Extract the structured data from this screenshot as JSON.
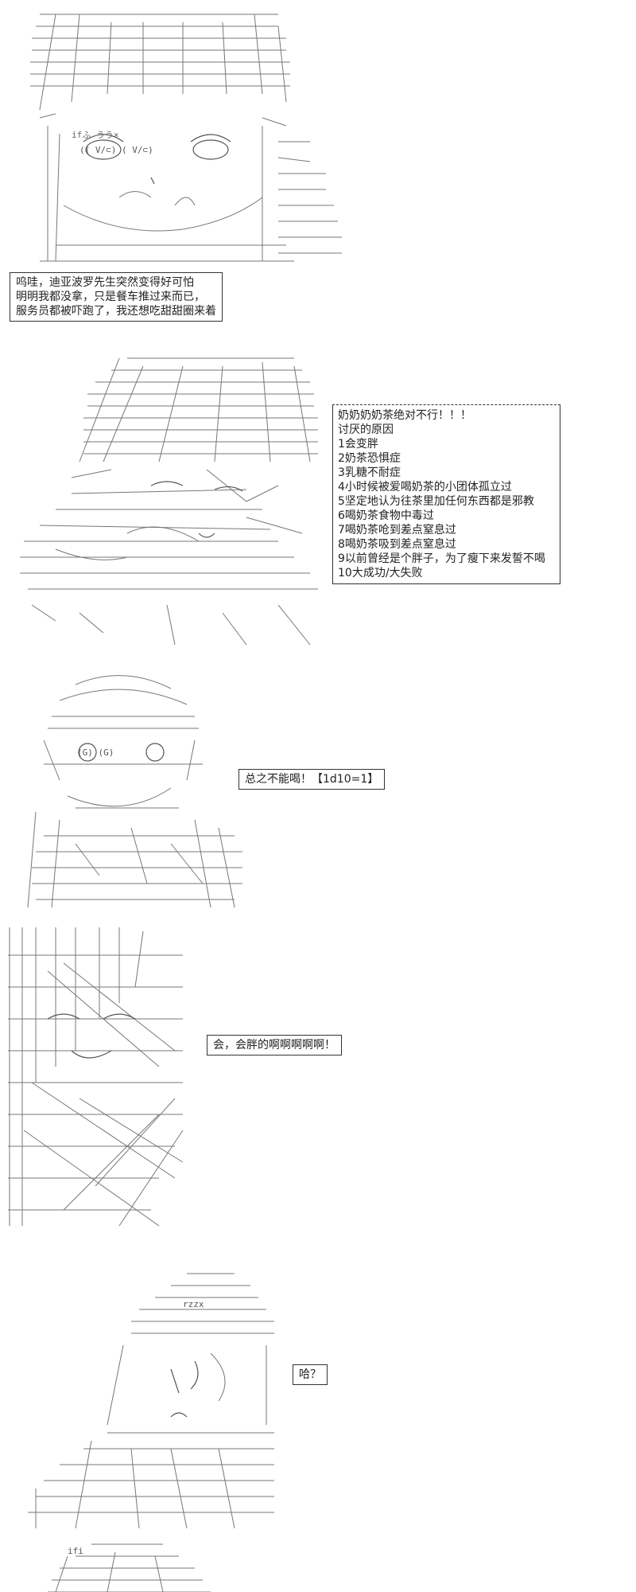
{
  "panels": [
    {
      "lines": [
        "呜哇，迪亚波罗先生突然变得好可怕",
        "明明我都没拿，只是餐车推过来而已，",
        "服务员都被吓跑了，我还想吃甜甜圈来着"
      ]
    },
    {
      "lines": [
        "奶奶奶奶茶绝对不行！！！",
        "讨厌的原因",
        "1会变胖",
        "2奶茶恐惧症",
        "3乳糖不耐症",
        "4小时候被爱喝奶茶的小团体孤立过",
        "5坚定地认为往茶里加任何东西都是邪教",
        "6喝奶茶食物中毒过",
        "7喝奶茶呛到差点窒息过",
        "8喝奶茶吸到差点窒息过",
        "9以前曾经是个胖子，为了瘦下来发誓不喝",
        "10大成功/大失败"
      ]
    },
    {
      "lines": [
        "总之不能喝！【1d10=1】"
      ]
    },
    {
      "lines": [
        "会，会胖的啊啊啊啊啊！"
      ]
    },
    {
      "lines": [
        "哈？"
      ]
    }
  ],
  "art_glyphs": {
    "p1_eyes": "(( V/⊂)       ( V/⊂)",
    "p1_tags": "ifふ         うう×",
    "p3_eyes": "(G)   (G)",
    "p5_hair": "rzzx",
    "p6_hair": "ifi"
  }
}
